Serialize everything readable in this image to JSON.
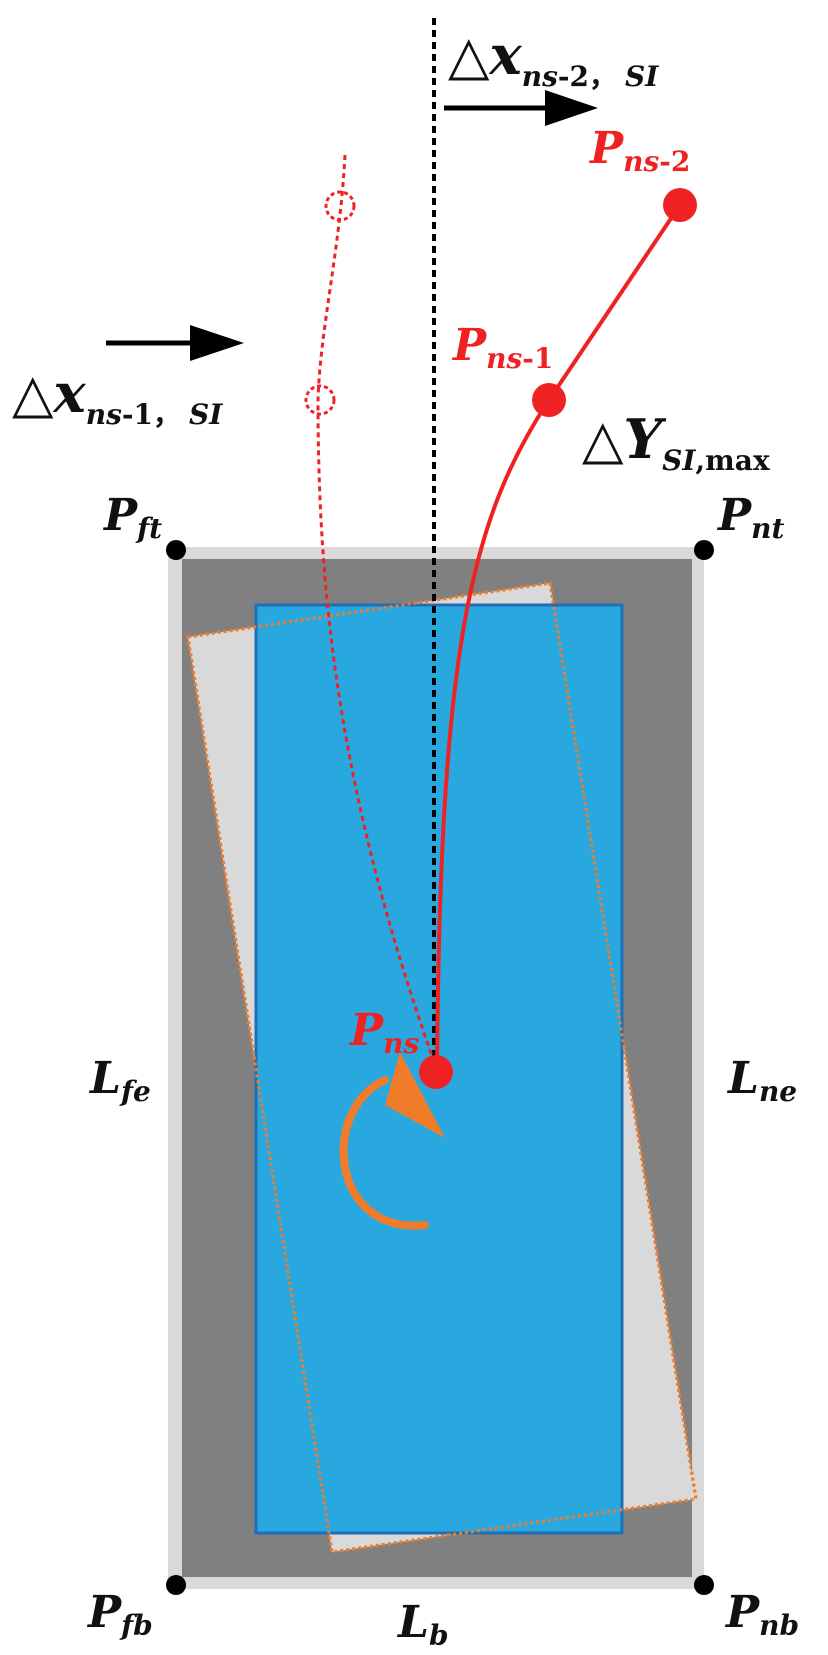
{
  "labels": {
    "delta_x2": {
      "symbol": "△",
      "main": "x",
      "sub_italic": "ns",
      "sub_rest": "-2，",
      "tail": "SI"
    },
    "delta_x1": {
      "symbol": "△",
      "main": "x",
      "sub_italic": "ns",
      "sub_rest": "-1，",
      "tail": "SI"
    },
    "delta_y": {
      "symbol": "△",
      "main": "Y",
      "sub_italic": "SI",
      "sub_rest": ",max"
    },
    "p_ns2": {
      "main": "P",
      "sub": "ns",
      "sub_rest": "-2"
    },
    "p_ns1": {
      "main": "P",
      "sub": "ns",
      "sub_rest": "-1"
    },
    "p_ns": {
      "main": "P",
      "sub": "ns"
    },
    "p_ft": {
      "main": "P",
      "sub": "ft"
    },
    "p_nt": {
      "main": "P",
      "sub": "nt"
    },
    "p_fb": {
      "main": "P",
      "sub": "fb"
    },
    "p_nb": {
      "main": "P",
      "sub": "nb"
    },
    "l_fe": {
      "main": "L",
      "sub": "fe"
    },
    "l_ne": {
      "main": "L",
      "sub": "ne"
    },
    "l_b": {
      "main": "L",
      "sub": "b"
    }
  },
  "colors": {
    "outer_frame": "#d9d9d9",
    "gray_field": "#808080",
    "blue_panel": "#29a8e0",
    "blue_border": "#1e6fb5",
    "rotated_panel": "#d9d9d9",
    "rotated_border": "#f07c2a",
    "trajectory_red": "#ee2222",
    "arrow_black": "#000000",
    "rotation_arrow": "#f07c2a"
  }
}
